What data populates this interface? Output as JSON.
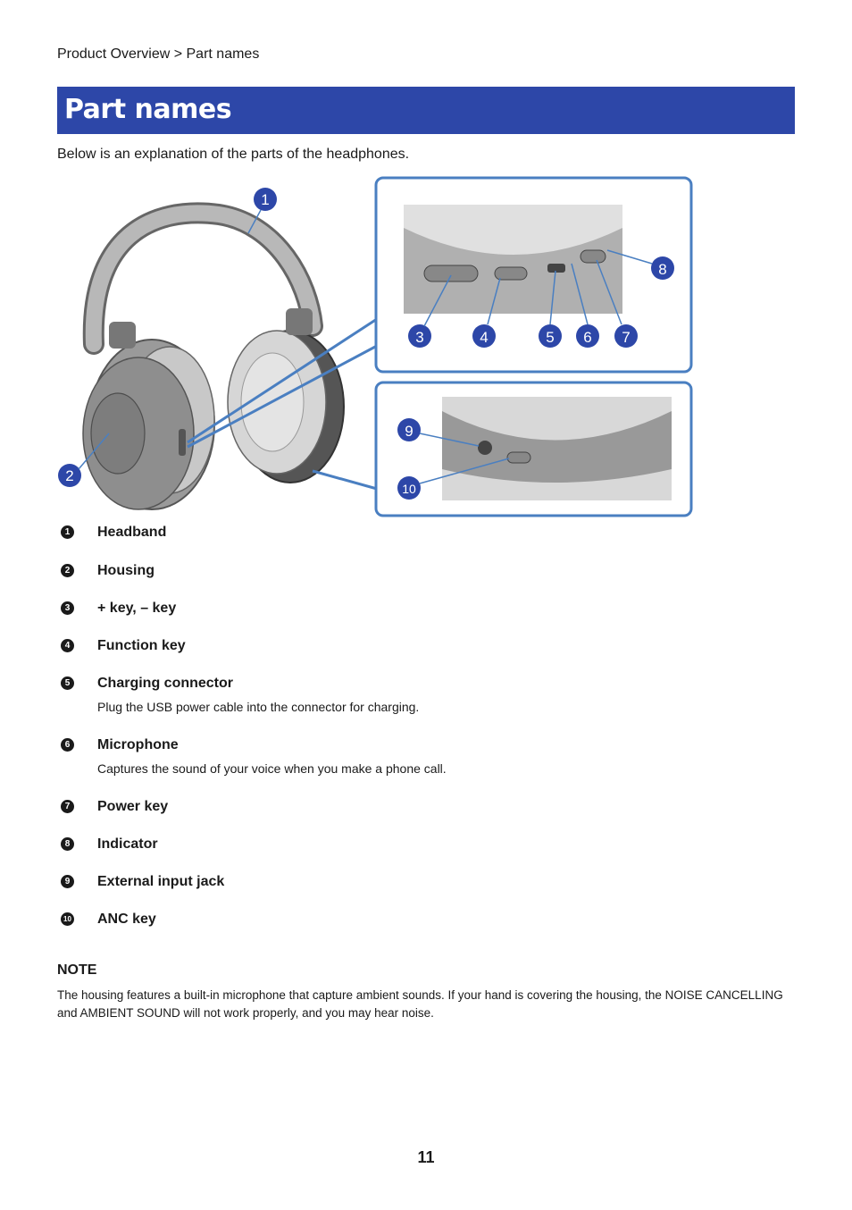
{
  "breadcrumb": "Product Overview > Part names",
  "title": "Part names",
  "intro": "Below is an explanation of the parts of the headphones.",
  "figure": {
    "callouts": [
      "1",
      "2",
      "3",
      "4",
      "5",
      "6",
      "7",
      "8",
      "9",
      "10"
    ],
    "accent_color": "#4a7fc1",
    "title_color": "#2d47a8"
  },
  "parts": [
    {
      "num": "1",
      "name": "Headband",
      "desc": ""
    },
    {
      "num": "2",
      "name": "Housing",
      "desc": ""
    },
    {
      "num": "3",
      "name": "+ key, – key",
      "desc": ""
    },
    {
      "num": "4",
      "name": "Function key",
      "desc": ""
    },
    {
      "num": "5",
      "name": "Charging connector",
      "desc": "Plug the USB power cable into the connector for charging."
    },
    {
      "num": "6",
      "name": "Microphone",
      "desc": "Captures the sound of your voice when you make a phone call."
    },
    {
      "num": "7",
      "name": "Power key",
      "desc": ""
    },
    {
      "num": "8",
      "name": "Indicator",
      "desc": ""
    },
    {
      "num": "9",
      "name": "External input jack",
      "desc": ""
    },
    {
      "num": "10",
      "name": "ANC key",
      "desc": ""
    }
  ],
  "note": {
    "title": "NOTE",
    "text": "The housing features a built-in microphone that capture ambient sounds. If your hand is covering the housing, the NOISE CANCELLING and AMBIENT SOUND will not work properly, and you may hear noise."
  },
  "page_number": "11"
}
